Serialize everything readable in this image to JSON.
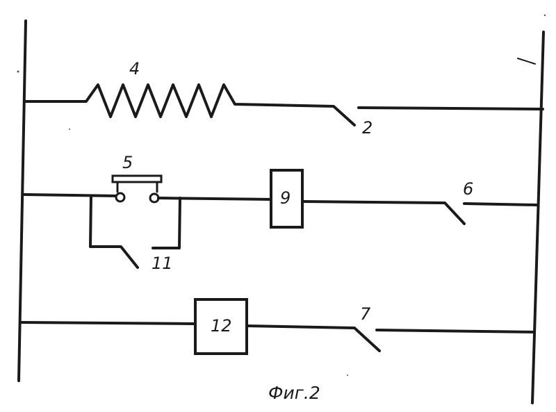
{
  "labels": {
    "resistor": "4",
    "switch_top": "2",
    "pushbutton": "5",
    "box_middle": "9",
    "switch_middle": "6",
    "switch_bypass": "11",
    "box_bottom": "12",
    "switch_bottom": "7"
  },
  "caption": "Фиг.2",
  "colors": {
    "ink": "#1a1a1a",
    "paper": "#ffffff"
  }
}
